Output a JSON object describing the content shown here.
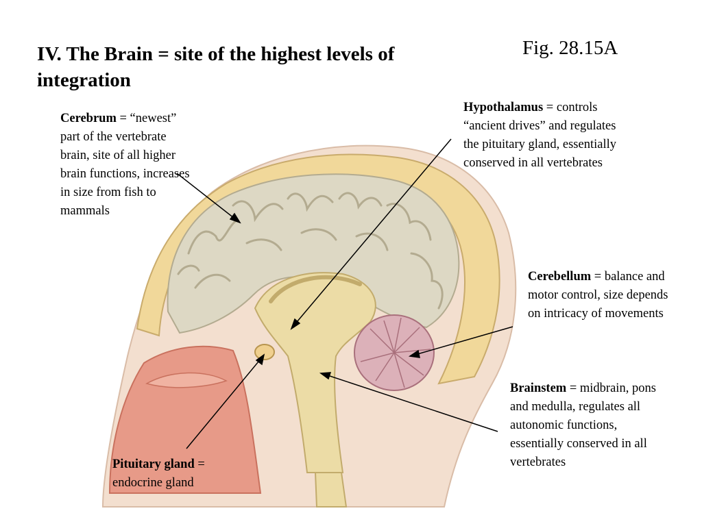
{
  "slide": {
    "title": "IV. The Brain = site of the highest levels of integration",
    "figure_ref": "Fig. 28.15A"
  },
  "labels": {
    "cerebrum": {
      "term": "Cerebrum",
      "desc": " = “newest” part of the vertebrate brain, site of all higher brain functions, increases in size from fish to mammals"
    },
    "hypothalamus": {
      "term": "Hypothalamus",
      "desc": " = controls “ancient drives” and regulates the pituitary gland, essentially conserved in all vertebrates"
    },
    "cerebellum": {
      "term": "Cerebellum",
      "desc": " = balance and motor control, size depends on intricacy of movements"
    },
    "brainstem": {
      "term": "Brainstem",
      "desc": " = midbrain, pons and medulla, regulates all autonomic functions, essentially conserved in all vertebrates"
    },
    "pituitary": {
      "term": "Pituitary gland",
      "desc": " = endocrine gland"
    }
  },
  "colors": {
    "skin": "#f3dfcf",
    "skull": "#f1d89a",
    "cerebrum": "#ddd8c4",
    "inner_brain": "#ecdca6",
    "cerebellum": "#dcb1b9",
    "nasal": "#e79a88",
    "line": "#000000"
  }
}
